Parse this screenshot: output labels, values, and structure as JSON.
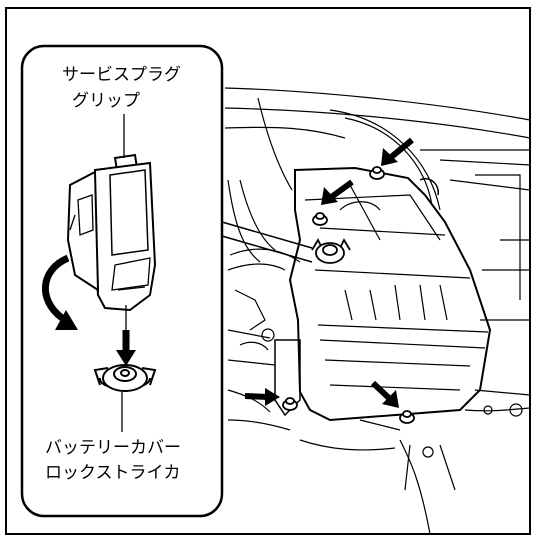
{
  "labels": {
    "service_plug_grip_line1": "サービスプラグ",
    "service_plug_grip_line2": "グリップ",
    "battery_cover_lock_striker_line1": "バッテリーカバー",
    "battery_cover_lock_striker_line2": "ロックストライカ"
  },
  "colors": {
    "line": "#000000",
    "background": "#ffffff"
  },
  "icons": [
    "arrow-icon",
    "rotation-arrow-icon",
    "nut-icon"
  ]
}
